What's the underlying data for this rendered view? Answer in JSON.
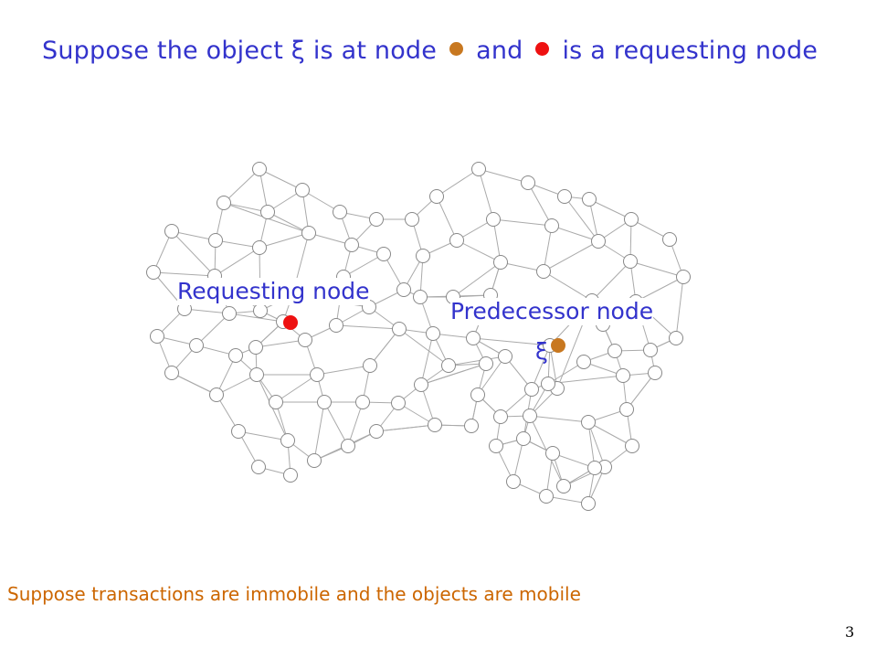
{
  "title": {
    "part1": "Suppose the object ξ is at node",
    "part2": "and",
    "part3": "is a requesting node"
  },
  "labels": {
    "requesting": "Requesting node",
    "predecessor": "Predecessor node",
    "xi": "ξ"
  },
  "footnote": "Suppose transactions are immobile and the objects are mobile",
  "page_number": "3",
  "colors": {
    "title_text": "#3333cc",
    "footnote_text": "#cc6600",
    "object_node": "#c87820",
    "requesting_node": "#ee1111",
    "edge": "#aaaaaa",
    "node_stroke": "#888888"
  }
}
